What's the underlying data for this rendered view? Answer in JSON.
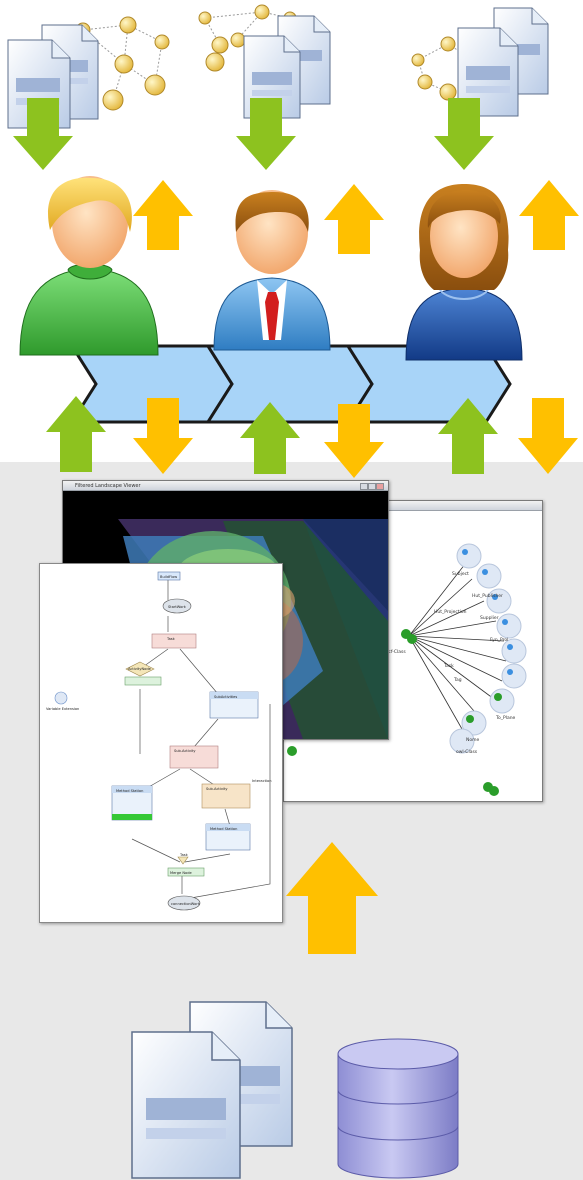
{
  "colors": {
    "top_background": "#ffffff",
    "bottom_background": "#e8e8e8",
    "down_arrow_green": "#8dc21f",
    "up_arrow_yellow": "#ffc000",
    "process_chevron": "#a8d4f8",
    "chevron_outline": "#1a1a1a",
    "network_node": "#f2d16b",
    "database_fill": "#a6a6e0"
  },
  "icons": {
    "user_green": "user-green-sweater-icon",
    "user_business": "user-businessman-icon",
    "user_female": "user-female-icon",
    "document": "document-stack-icon",
    "network": "network-graph-icon",
    "database": "database-icon"
  },
  "windows": {
    "landscape_title": "Filtered Landscape Viewer",
    "ontology_labels": [
      "Subject",
      "Hut_Publisher",
      "Supplier",
      "Fyn_Prol",
      "Hut_Projection",
      "Task",
      "Tag",
      "mcf-Class",
      "To_Plane",
      "Nome",
      "owl-Class"
    ],
    "flow_labels": [
      "BuildFlow",
      "StartWork",
      "Task",
      "ActivityNode",
      "Variable Extension",
      "SubActivities",
      "Sub-Activity",
      "Method Station",
      "Method Station",
      "Sub-Activity",
      "Interaction",
      "Task",
      "Merge Node",
      "connectionWork"
    ]
  }
}
